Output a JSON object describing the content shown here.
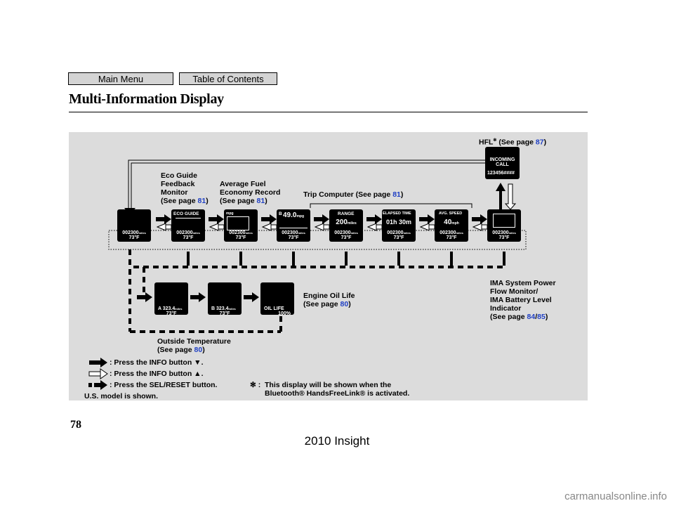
{
  "nav": {
    "main_menu": "Main Menu",
    "toc": "Table of Contents"
  },
  "page": {
    "title": "Multi-Information Display",
    "page_number": "78",
    "model": "2010 Insight",
    "watermark": "carmanualsonline.info"
  },
  "labels": {
    "eco_guide": [
      "Eco Guide",
      "Feedback",
      "Monitor"
    ],
    "see_page": "(See page ",
    "see_page_short": "(See page ",
    "eco_page": "81",
    "avg_fuel": [
      "Average Fuel",
      "Economy Record"
    ],
    "avg_page": "81",
    "trip": "Trip Computer (See page ",
    "trip_page": "81",
    "hfl": "HFL",
    "hfl_star": "✻",
    "hfl_see": "(See page ",
    "hfl_page": "87",
    "close": ")",
    "engine_oil": "Engine Oil Life",
    "oil_page": "80",
    "ima": [
      "IMA System Power",
      "Flow Monitor/",
      "IMA Battery Level",
      "Indicator"
    ],
    "ima_page1": "84",
    "ima_slash": "/",
    "ima_page2": "85",
    "outside": "Outside Temperature",
    "out_page": "80"
  },
  "legend": {
    "down": ": Press the INFO button ▼.",
    "up": ": Press the INFO button ▲.",
    "sel": ": Press the SEL/RESET button.",
    "us": "U.S. model is shown.",
    "star_mark": "✻ :",
    "note1": "This display will be shown when the",
    "note2": "Bluetooth® HandsFreeLink® is activated."
  },
  "screens": {
    "odo": "002300",
    "miles": "miles",
    "temp": "73°F",
    "eco_title": "ECO GUIDE",
    "avg_title": "mpg",
    "trip_value": "49.0",
    "trip_unit": "mpg",
    "trip_a": "B",
    "range_title": "RANGE",
    "range_value": "200",
    "range_unit": "miles",
    "elapsed_title": "ELAPSED TIME",
    "elapsed_value": "01h 30m",
    "speed_title": "AVG. SPEED",
    "speed_value": "40",
    "speed_unit": "mph",
    "hfl_title": [
      "INCOMING",
      "CALL"
    ],
    "hfl_number": "123456####",
    "trip_a_label": "A",
    "trip_b_label": "B",
    "trip_miles": "323.4",
    "oil_title": "OIL LIFE",
    "oil_value": "100%"
  }
}
